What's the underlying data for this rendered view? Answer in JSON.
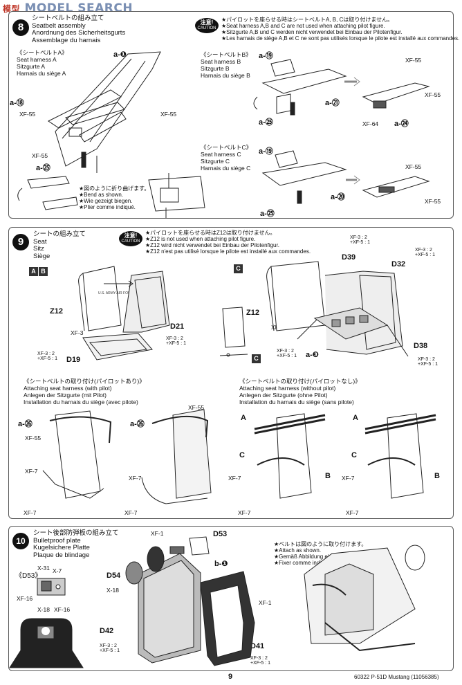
{
  "watermark": {
    "text": "MODEL SEARCH",
    "sub": "模型"
  },
  "step8": {
    "number": "8",
    "title": [
      "シートベルトの組み立て",
      "Seatbelt assembly",
      "Anordnung des Sicherheitsgurts",
      "Assemblage du harnais"
    ],
    "caution_label": "注意!",
    "caution_sub": "CAUTION",
    "caution_text": [
      "★パイロットを座らせる時はシートベルトA, B, Cは取り付けません。",
      "★Seat harness A,B and C are not used when attaching pilot figure.",
      "★Sitzgurte A,B und C werden nicht verwendet bei Einbau der Pilotenfigur.",
      "★Les harnais de siège A,B et C ne sont pas utilisés lorsque le pilote est installé aux commandes."
    ],
    "harness_a": [
      "《シートベルトA》",
      "Seat harness A",
      "Sitzgurte A",
      "Harnais du siège A"
    ],
    "harness_b": [
      "《シートベルトB》",
      "Seat harness B",
      "Sitzgurte B",
      "Harnais du siège B"
    ],
    "harness_c": [
      "《シートベルトC》",
      "Seat harness C",
      "Sitzgurte C",
      "Harnais du siège C"
    ],
    "bend_note": [
      "★図のように折り曲げます。",
      "★Bend as shown.",
      "★Wie gezeigt biegen.",
      "★Plier comme indiqué."
    ],
    "labels": {
      "a1": "a-❶",
      "a18": "a-⑱",
      "a25": "a-㉕",
      "a19": "a-⑲",
      "a21": "a-㉑",
      "a24": "a-㉔",
      "a20": "a-⑳",
      "xf55": "XF-55",
      "xf64": "XF-64"
    }
  },
  "step9": {
    "number": "9",
    "title": [
      "シートの組み立て",
      "Seat",
      "Sitz",
      "Siège"
    ],
    "caution_label": "注意!",
    "caution_sub": "CAUTION",
    "caution_text": [
      "★パイロットを座らせる時はZ12は取り付けません。",
      "★Z12 is not used when attaching pilot figure.",
      "★Z12 wird nicht verwendet bei Einbau der Pilotenfigur.",
      "★Z12 n'est pas utilisé lorsque le pilote est installé aux commandes."
    ],
    "tag_a": "A",
    "tag_b": "B",
    "tag_c": "C",
    "parts": {
      "z12": "Z12",
      "d21": "D21",
      "d19": "D19",
      "d39": "D39",
      "d32": "D32",
      "d38": "D38",
      "xf3": "XF-3",
      "mix": "XF-3 : 2\n+XF-5 : 1",
      "a3": "a-❸",
      "a26": "a-㉖",
      "xf7": "XF-7",
      "xf55": "XF-55",
      "usaf": "U.S. ARMY AIR FORCES"
    },
    "with_pilot": [
      "《シートベルトの取り付け(パイロットあり)》",
      "Attaching seat harness (with pilot)",
      "Anlegen der Sitzgurte (mit Pilot)",
      "Installation du harnais du siège (avec pilote)"
    ],
    "without_pilot": [
      "《シートベルトの取り付け(パイロットなし)》",
      "Attaching seat harness (without pilot)",
      "Anlegen der Sitzgurte (ohne Pilot)",
      "Installation du harnais du siège (sans pilote)"
    ]
  },
  "step10": {
    "number": "10",
    "title": [
      "シート後部防弾板の組み立て",
      "Bulletproof plate",
      "Kugelsichere Platte",
      "Plaque de blindage"
    ],
    "d53_label": "《D53》",
    "attach_note": [
      "★ベルトは図のように取り付けます。",
      "★Attach as shown.",
      "★Gemäß Abbildung einbauen.",
      "★Fixer comme indiqué."
    ],
    "parts": {
      "xf1": "XF-1",
      "d53": "D53",
      "d54": "D54",
      "x18": "X-18",
      "b1": "b-❶",
      "x31": "X-31",
      "x7": "X-7",
      "xf16": "XF-16",
      "d42": "D42",
      "d41": "D41"
    }
  },
  "footer": {
    "page": "9",
    "code": "60322  P-51D Mustang (11056385)"
  }
}
